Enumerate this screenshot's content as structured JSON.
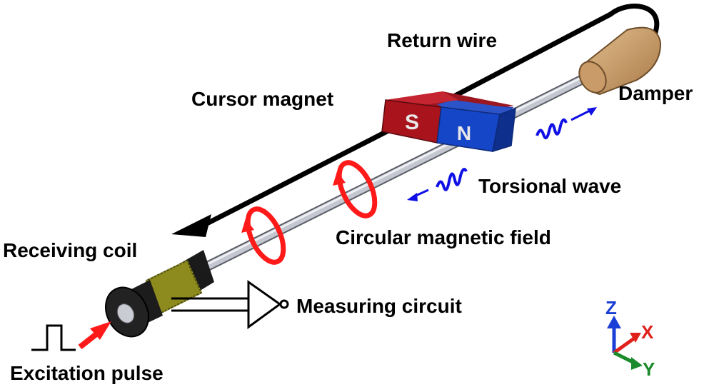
{
  "labels": {
    "return_wire": "Return wire",
    "cursor_magnet": "Cursor magnet",
    "damper": "Damper",
    "torsional_wave": "Torsional wave",
    "circular_field": "Circular magnetic field",
    "receiving_coil": "Receiving coil",
    "measuring_circuit": "Measuring circuit",
    "excitation_pulse": "Excitation pulse"
  },
  "magnet": {
    "south": "S",
    "north": "N"
  },
  "axes": {
    "z": "Z",
    "x": "X",
    "y": "Y"
  },
  "colors": {
    "wire": "#b9bcc4",
    "magnet_south": "#a8131c",
    "magnet_north": "#1646c8",
    "damper": "#c79a66",
    "coil": "#8d8a1e",
    "field_arrow": "#ff1a1a",
    "wave": "#1010e6",
    "axis_z": "#1a3fd6",
    "axis_x": "#e0201a",
    "axis_y": "#1a8a2a"
  }
}
